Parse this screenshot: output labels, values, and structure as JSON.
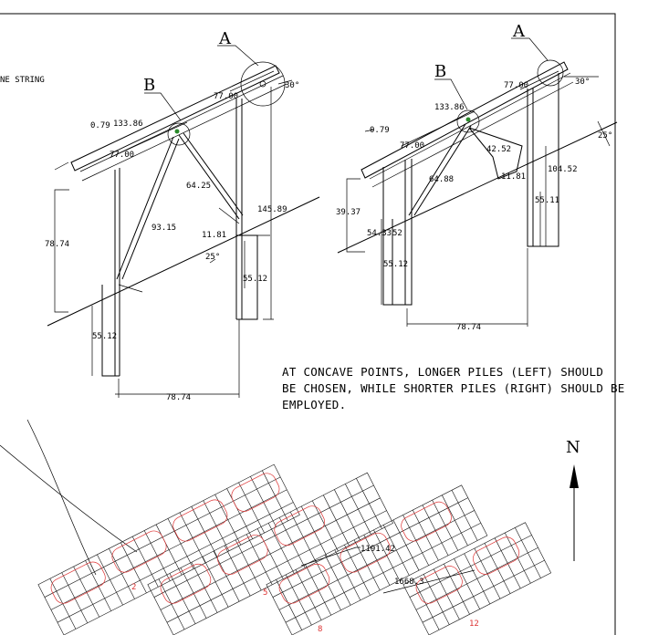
{
  "top_left_label": "NE STRING",
  "left_frame": {
    "label_a": "A",
    "label_b": "B",
    "dims": {
      "panel_overhang": "0.79",
      "panel_length": "133.86",
      "purlin_span_upper": "77.00",
      "purlin_span_lower": "77.00",
      "angle_top": "30°",
      "brace_short": "64.25",
      "brace_long": "93.15",
      "small_offset": "11.81",
      "ground_angle": "25°",
      "front_height": "78.74",
      "rear_height": "145.89",
      "pile_embed_left": "55.12",
      "pile_embed_right": "55.12",
      "pile_spacing": "78.74"
    }
  },
  "right_frame": {
    "label_a": "A",
    "label_b": "B",
    "dims": {
      "panel_overhang": "0.79",
      "panel_length": "133.86",
      "purlin_span_upper": "77.00",
      "purlin_span_lower": "77.00",
      "angle_top": "30°",
      "angle_ground": "25°",
      "brace_a": "42.52",
      "brace_b": "64.88",
      "small_offset": "11.81",
      "front_height": "39.37",
      "rear_height": "104.52",
      "pile_embed_front_a": "54.33",
      "pile_embed_front_b": "52",
      "pile_embed_front": "55.12",
      "pile_embed_rear": "55.11",
      "pile_spacing": "78.74"
    }
  },
  "note_lines": [
    "AT CONCAVE POINTS, LONGER PILES (LEFT) SHOULD",
    "BE CHOSEN, WHILE SHORTER PILES (RIGHT) SHOULD BE",
    "EMPLOYED."
  ],
  "north_label": "N",
  "site_plan": {
    "dim_upper": "1191.42",
    "dim_lower": "1668.3",
    "array_labels": [
      "2",
      "5",
      "8",
      "12"
    ]
  },
  "colors": {
    "linework": "#000000",
    "array_marking": "#dd3333",
    "background": "#ffffff"
  }
}
